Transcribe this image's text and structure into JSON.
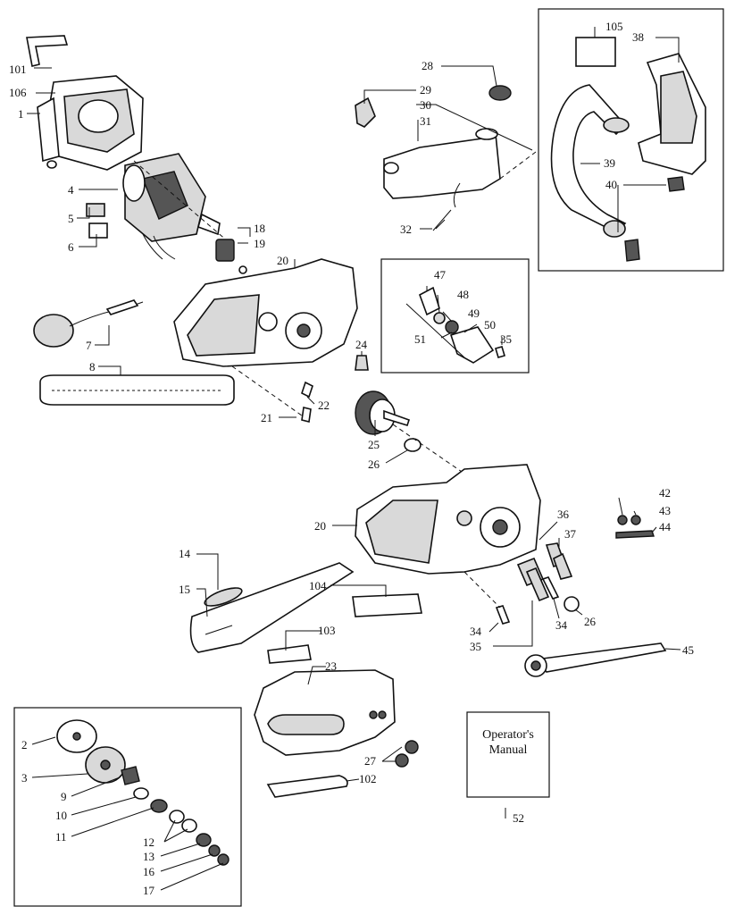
{
  "labels": {
    "p101": "101",
    "p106": "106",
    "p1": "1",
    "p4": "4",
    "p5": "5",
    "p6": "6",
    "p7": "7",
    "p8": "8",
    "p18": "18",
    "p19": "19",
    "p20a": "20",
    "p21": "21",
    "p22": "22",
    "p24": "24",
    "p25": "25",
    "p26a": "26",
    "p28": "28",
    "p29": "29",
    "p30": "30",
    "p31": "31",
    "p32": "32",
    "p105": "105",
    "p38": "38",
    "p39": "39",
    "p40": "40",
    "p47": "47",
    "p48": "48",
    "p49": "49",
    "p50": "50",
    "p51": "51",
    "p35a": "35",
    "p20b": "20",
    "p36": "36",
    "p37": "37",
    "p42": "42",
    "p43": "43",
    "p44": "44",
    "p14": "14",
    "p15": "15",
    "p104": "104",
    "p34a": "34",
    "p35b": "35",
    "p34b": "34",
    "p26b": "26",
    "p45": "45",
    "p103": "103",
    "p23": "23",
    "p27": "27",
    "p102": "102",
    "p52": "52",
    "p2": "2",
    "p3": "3",
    "p9": "9",
    "p10": "10",
    "p11": "11",
    "p12": "12",
    "p13": "13",
    "p16": "16",
    "p17": "17"
  },
  "manual": {
    "line1": "Operator's",
    "line2": "Manual"
  }
}
